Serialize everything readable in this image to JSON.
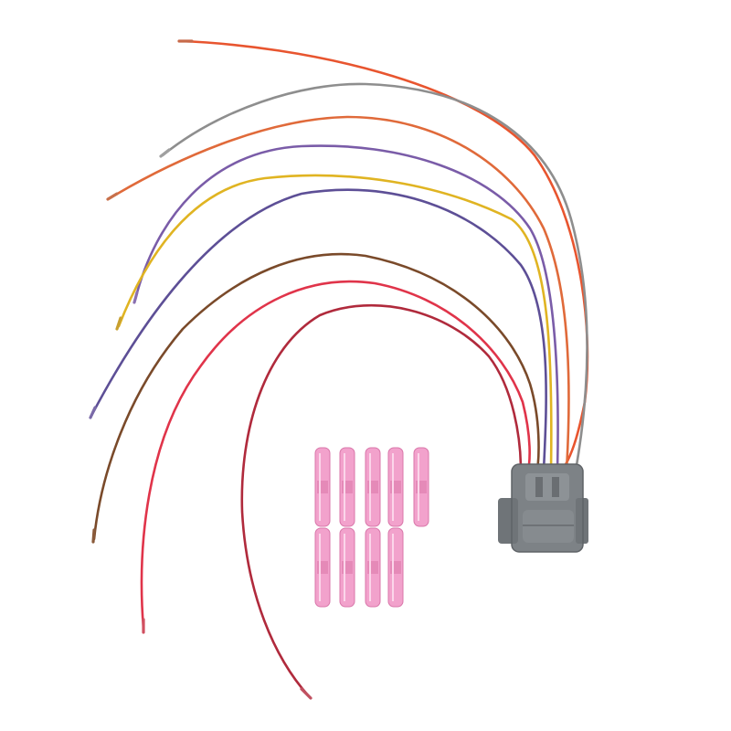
{
  "photo": {
    "subject": "wire-harness-connector-kit",
    "background_color": "#ffffff",
    "connector": {
      "color": "#7d8286"
    },
    "wires": [
      {
        "name": "orange-long",
        "color": "#e8552f"
      },
      {
        "name": "gray",
        "color": "#8e8e8e"
      },
      {
        "name": "orange",
        "color": "#e06a3a"
      },
      {
        "name": "violet",
        "color": "#7a5ca8"
      },
      {
        "name": "yellow",
        "color": "#e0b422"
      },
      {
        "name": "violet-dark",
        "color": "#5d4f96"
      },
      {
        "name": "brown",
        "color": "#7a4a2a"
      },
      {
        "name": "red",
        "color": "#e0344a"
      },
      {
        "name": "dark-red",
        "color": "#b02a3c"
      }
    ],
    "butt_connectors": {
      "count": 9,
      "color": "#f2a2cc"
    }
  }
}
